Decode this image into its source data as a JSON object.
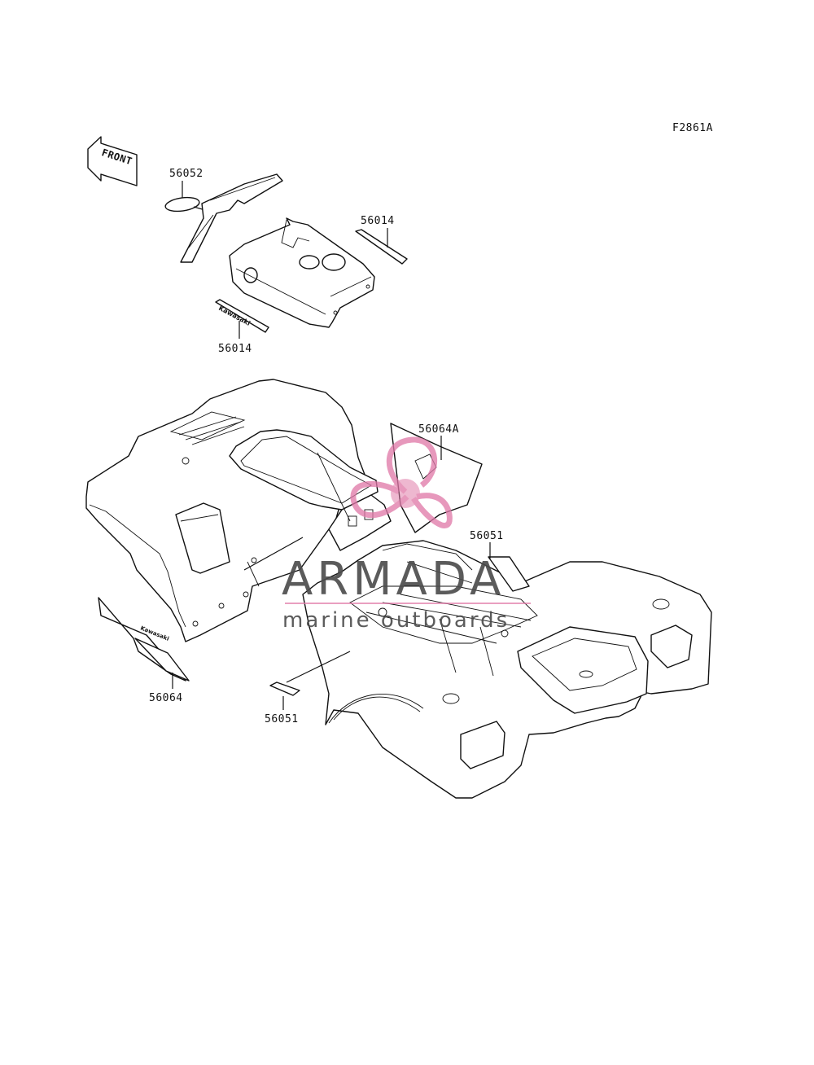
{
  "figure_code": "F2861A",
  "front_arrow_text": "FRONT",
  "callouts": [
    {
      "id": "56052",
      "text": "56052"
    },
    {
      "id": "56014-top",
      "text": "56014"
    },
    {
      "id": "56014-bottom",
      "text": "56014"
    },
    {
      "id": "56064A",
      "text": "56064A"
    },
    {
      "id": "56051-right",
      "text": "56051"
    },
    {
      "id": "56064",
      "text": "56064"
    },
    {
      "id": "56051-left",
      "text": "56051"
    }
  ],
  "decal_text": {
    "kawasaki": "Kawasaki"
  },
  "watermark": {
    "brand": "ARMADA",
    "tagline": "marine outboards",
    "color_text": "#4a4a4a",
    "color_logo": "#e07aa8"
  }
}
